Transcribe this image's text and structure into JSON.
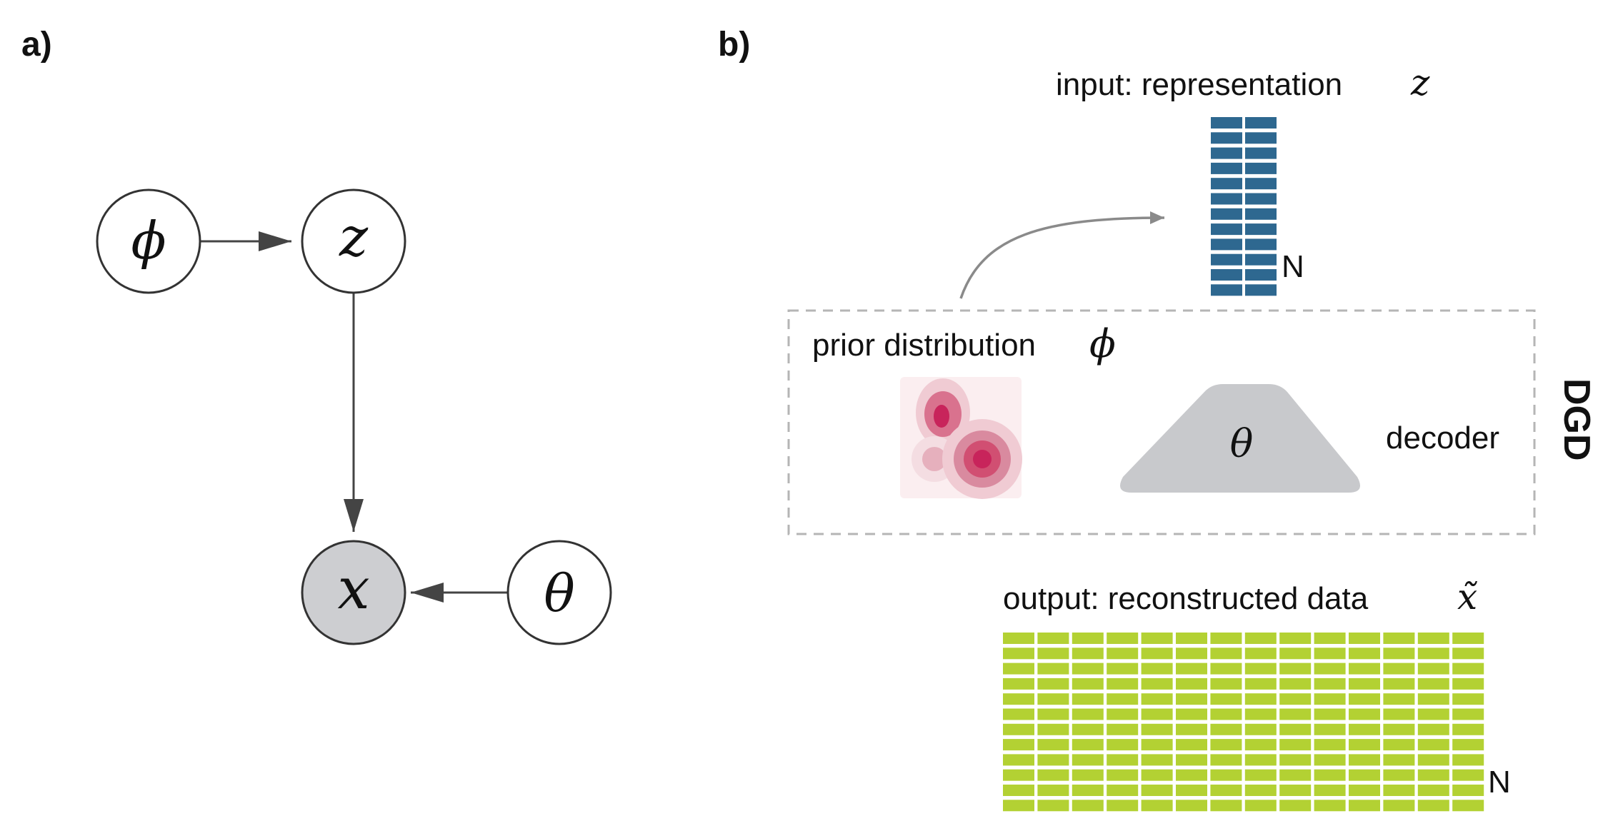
{
  "panel_a": {
    "label": "a)",
    "nodes": {
      "phi": "ϕ",
      "z": "z",
      "x": "x",
      "theta": "θ"
    }
  },
  "panel_b": {
    "label": "b)",
    "input_label": "input: representation",
    "input_symbol": "z",
    "input_n": "N",
    "prior_label": "prior distribution",
    "prior_symbol": "ϕ",
    "decoder_symbol": "θ",
    "decoder_label": "decoder",
    "dgd_label": "DGD",
    "output_label": "output: reconstructed data",
    "output_symbol": "x̃",
    "output_n": "N"
  },
  "colors": {
    "input_grid": "#2e6890",
    "output_grid": "#b3d133",
    "decoder_fill": "#c8c9cc",
    "observed_node_fill": "#cdced1",
    "prior_pink_dark": "#c8245b",
    "prior_pink_mid": "#d9728e",
    "prior_pink_light": "#ecc1cb",
    "dashed_box": "#b5b5b5"
  },
  "grids": {
    "input": {
      "rows": 12,
      "cols": 2
    },
    "output": {
      "rows": 12,
      "cols": 14
    }
  }
}
